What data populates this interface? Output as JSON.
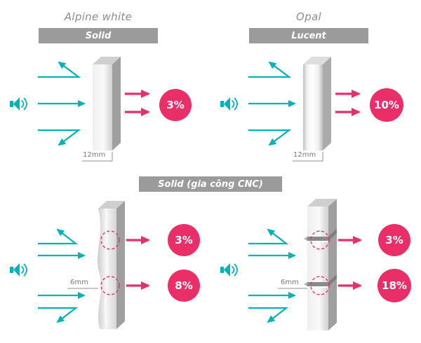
{
  "top_left": {
    "material": "Alpine white",
    "type_label": "Solid",
    "thickness": "12mm",
    "transmission": "3%"
  },
  "top_right": {
    "material": "Opal",
    "type_label": "Lucent",
    "thickness": "12mm",
    "transmission": "10%"
  },
  "cnc": {
    "banner": "Solid (gia công CNC)",
    "left": {
      "thickness": "6mm",
      "upper": "3%",
      "lower": "8%"
    },
    "right": {
      "thickness": "6mm",
      "upper": "3%",
      "lower": "18%"
    }
  },
  "colors": {
    "teal": "#00b2ba",
    "pink": "#ea2e67",
    "banner_gray": "#9b9b9b"
  }
}
